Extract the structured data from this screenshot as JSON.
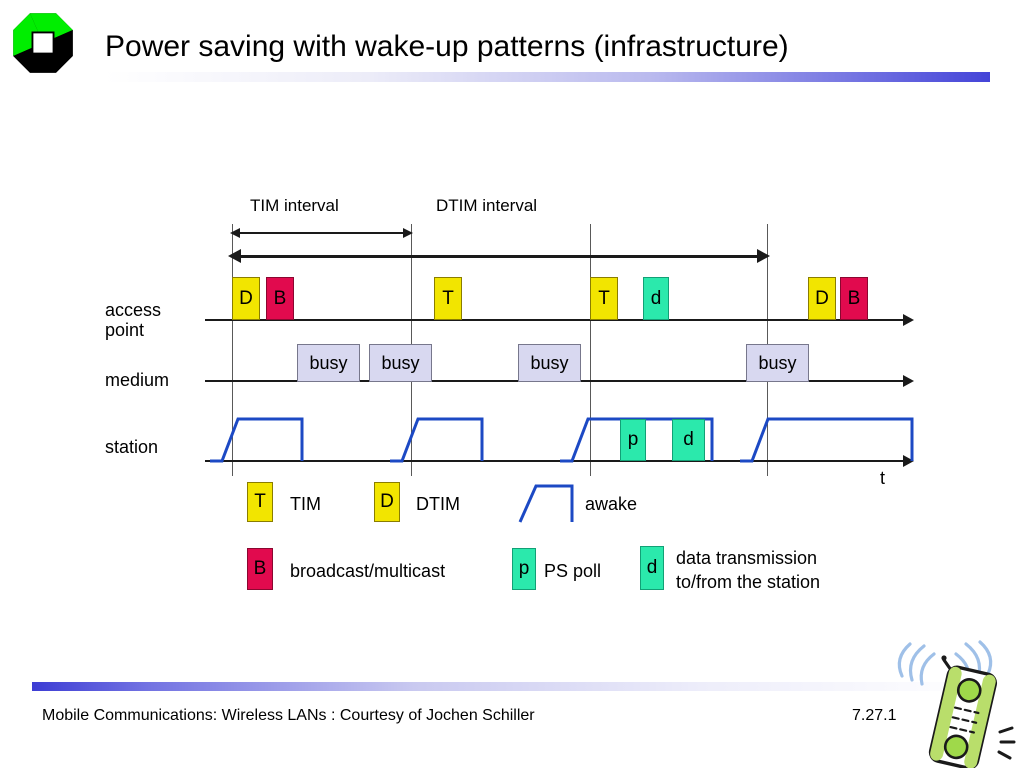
{
  "slide": {
    "title": "Power saving with wake-up patterns (infrastructure)",
    "logo_icon": "octagon-logo-icon"
  },
  "diagram": {
    "interval_labels": [
      {
        "name": "tim-interval",
        "text": "TIM interval"
      },
      {
        "name": "dtim-interval",
        "text": "DTIM interval"
      }
    ],
    "row_labels": [
      {
        "name": "access-point",
        "line1": "access",
        "line2": "point"
      },
      {
        "name": "medium",
        "line1": "medium",
        "line2": ""
      },
      {
        "name": "station",
        "line1": "station",
        "line2": ""
      }
    ],
    "time_axis_label": "t",
    "access_point_frames": [
      {
        "label": "D",
        "color": "yellow"
      },
      {
        "label": "B",
        "color": "crimson"
      },
      {
        "label": "T",
        "color": "yellow"
      },
      {
        "label": "T",
        "color": "yellow"
      },
      {
        "label": "d",
        "color": "green"
      },
      {
        "label": "D",
        "color": "yellow"
      },
      {
        "label": "B",
        "color": "crimson"
      }
    ],
    "medium_frames": [
      {
        "label": "busy"
      },
      {
        "label": "busy"
      },
      {
        "label": "busy"
      },
      {
        "label": "busy"
      }
    ],
    "station_frames": [
      {
        "label": "p",
        "color": "green"
      },
      {
        "label": "d",
        "color": "green"
      }
    ]
  },
  "legend": {
    "row1": [
      {
        "name": "legend-tim",
        "box": "T",
        "color": "yellow",
        "text": "TIM"
      },
      {
        "name": "legend-dtim",
        "box": "D",
        "color": "yellow",
        "text": "DTIM"
      },
      {
        "name": "legend-awake",
        "box": "",
        "color": "awake",
        "text": "awake"
      }
    ],
    "row2": [
      {
        "name": "legend-broadcast",
        "box": "B",
        "color": "crimson",
        "text": "broadcast/multicast",
        "text2": ""
      },
      {
        "name": "legend-ps-poll",
        "box": "p",
        "color": "green",
        "text": "PS poll",
        "text2": ""
      },
      {
        "name": "legend-data",
        "box": "d",
        "color": "green",
        "text": "data transmission",
        "text2": "to/from the station"
      }
    ]
  },
  "footer": {
    "text": "Mobile Communications: Wireless LANs : Courtesy of Jochen Schiller",
    "page": "7.27.1",
    "phone_icon": "mobile-phone-icon"
  },
  "colors": {
    "yellow": "#F2E500",
    "crimson": "#E10A4E",
    "green": "#2BE9AC",
    "busy": "#D8D8F0",
    "awake_line": "#1C49C4",
    "accent": "#4444d8"
  }
}
